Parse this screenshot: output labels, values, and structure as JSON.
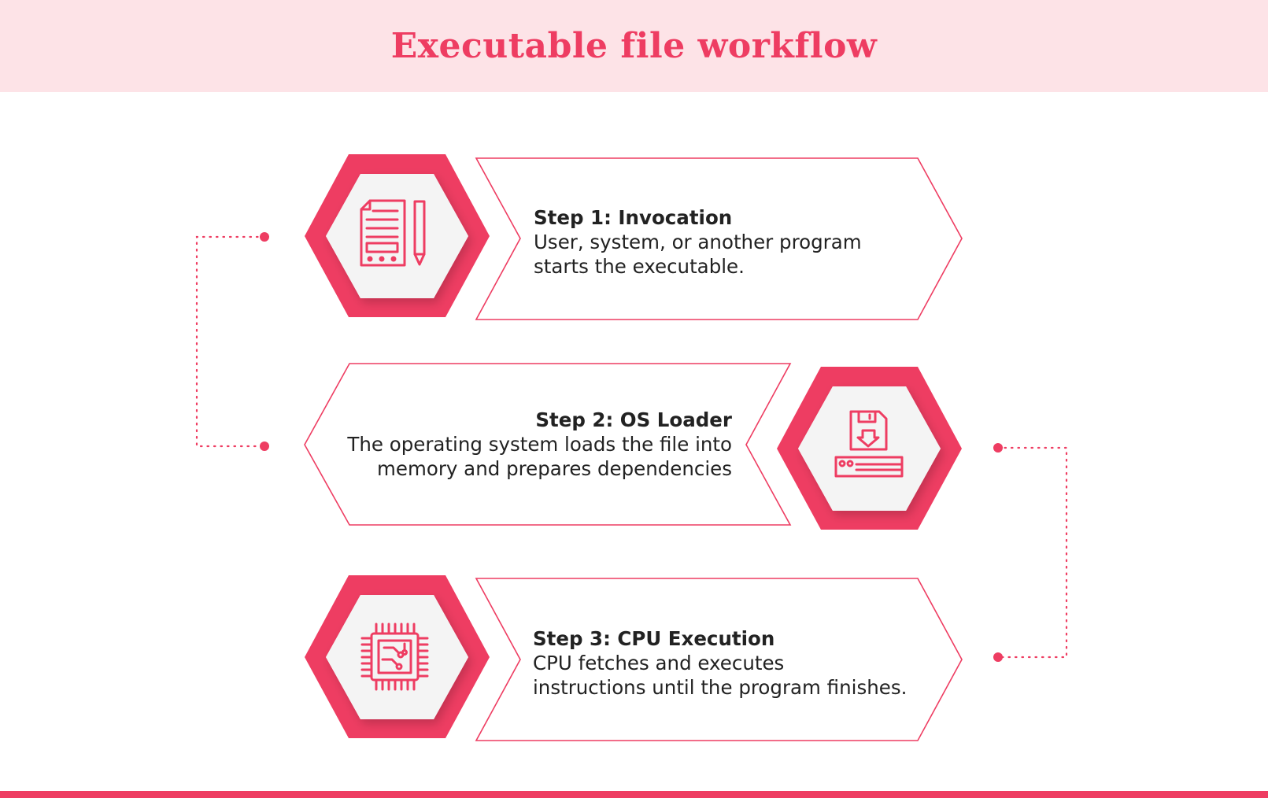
{
  "title": "Executable file workflow",
  "colors": {
    "accent": "#ee3d62",
    "header_bg": "#fde3e7",
    "hexagon_inner": "#f4f4f4",
    "text": "#222222"
  },
  "steps": [
    {
      "heading": "Step 1: Invocation",
      "lines": [
        "User, system, or another program",
        "starts the executable."
      ],
      "icon": "document-pencil-icon"
    },
    {
      "heading": "Step 2: OS Loader",
      "lines": [
        "The operating system loads the file into",
        "memory and prepares dependencies"
      ],
      "icon": "floppy-disk-download-icon"
    },
    {
      "heading": "Step 3: CPU Execution",
      "lines": [
        "CPU fetches and executes",
        "instructions until the program finishes."
      ],
      "icon": "cpu-chip-icon"
    }
  ]
}
